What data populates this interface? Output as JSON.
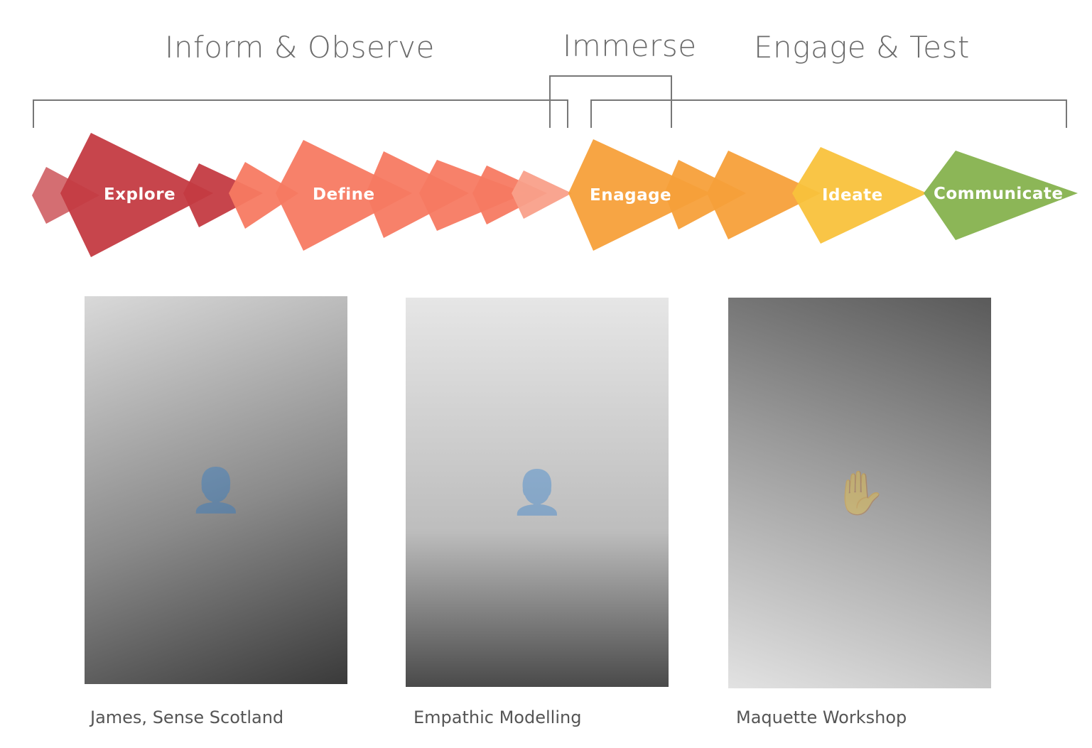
{
  "phases": {
    "inform": "Inform & Observe",
    "immerse": "Immerse",
    "engage": "Engage & Test"
  },
  "stages": {
    "explore": "Explore",
    "define": "Define",
    "engage": "Enagage",
    "ideate": "Ideate",
    "communicate": "Communicate"
  },
  "colors": {
    "explore": "#c43b42",
    "define": "#f77a62",
    "engage": "#f7a03a",
    "ideate": "#f9c23c",
    "communicate": "#8cb657",
    "bracket": "#777777"
  },
  "photos": [
    {
      "caption": "James, Sense Scotland",
      "icon": "person-photo"
    },
    {
      "caption": "Empathic Modelling",
      "icon": "person-photo"
    },
    {
      "caption": "Maquette Workshop",
      "icon": "hands-photo"
    }
  ]
}
